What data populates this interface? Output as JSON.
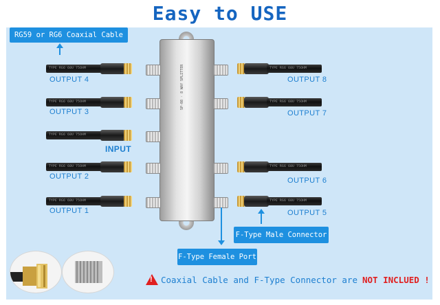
{
  "title": "Easy to USE",
  "callouts": {
    "coaxial_cable": "RG59 or RG6 Coaxial Cable",
    "male_connector": "F-Type Male Connector",
    "female_port": "F-Type Female Port"
  },
  "outputs_left": [
    "OUTPUT 4",
    "OUTPUT 3",
    "OUTPUT 2",
    "OUTPUT 1"
  ],
  "outputs_right": [
    "OUTPUT 8",
    "OUTPUT 7",
    "OUTPUT 6",
    "OUTPUT 5"
  ],
  "input_label": "INPUT",
  "notice": {
    "text": "Coaxial Cable and F-Type Connector are",
    "highlight": "NOT INCLUED !"
  },
  "colors": {
    "title": "#1565c0",
    "panel": "#cfe6f8",
    "callout": "#1e90e0",
    "label": "#1d7fd0",
    "warning": "#e02020"
  },
  "icons": {
    "warning": "warning-triangle-icon",
    "arrows": "arrow-icon"
  }
}
